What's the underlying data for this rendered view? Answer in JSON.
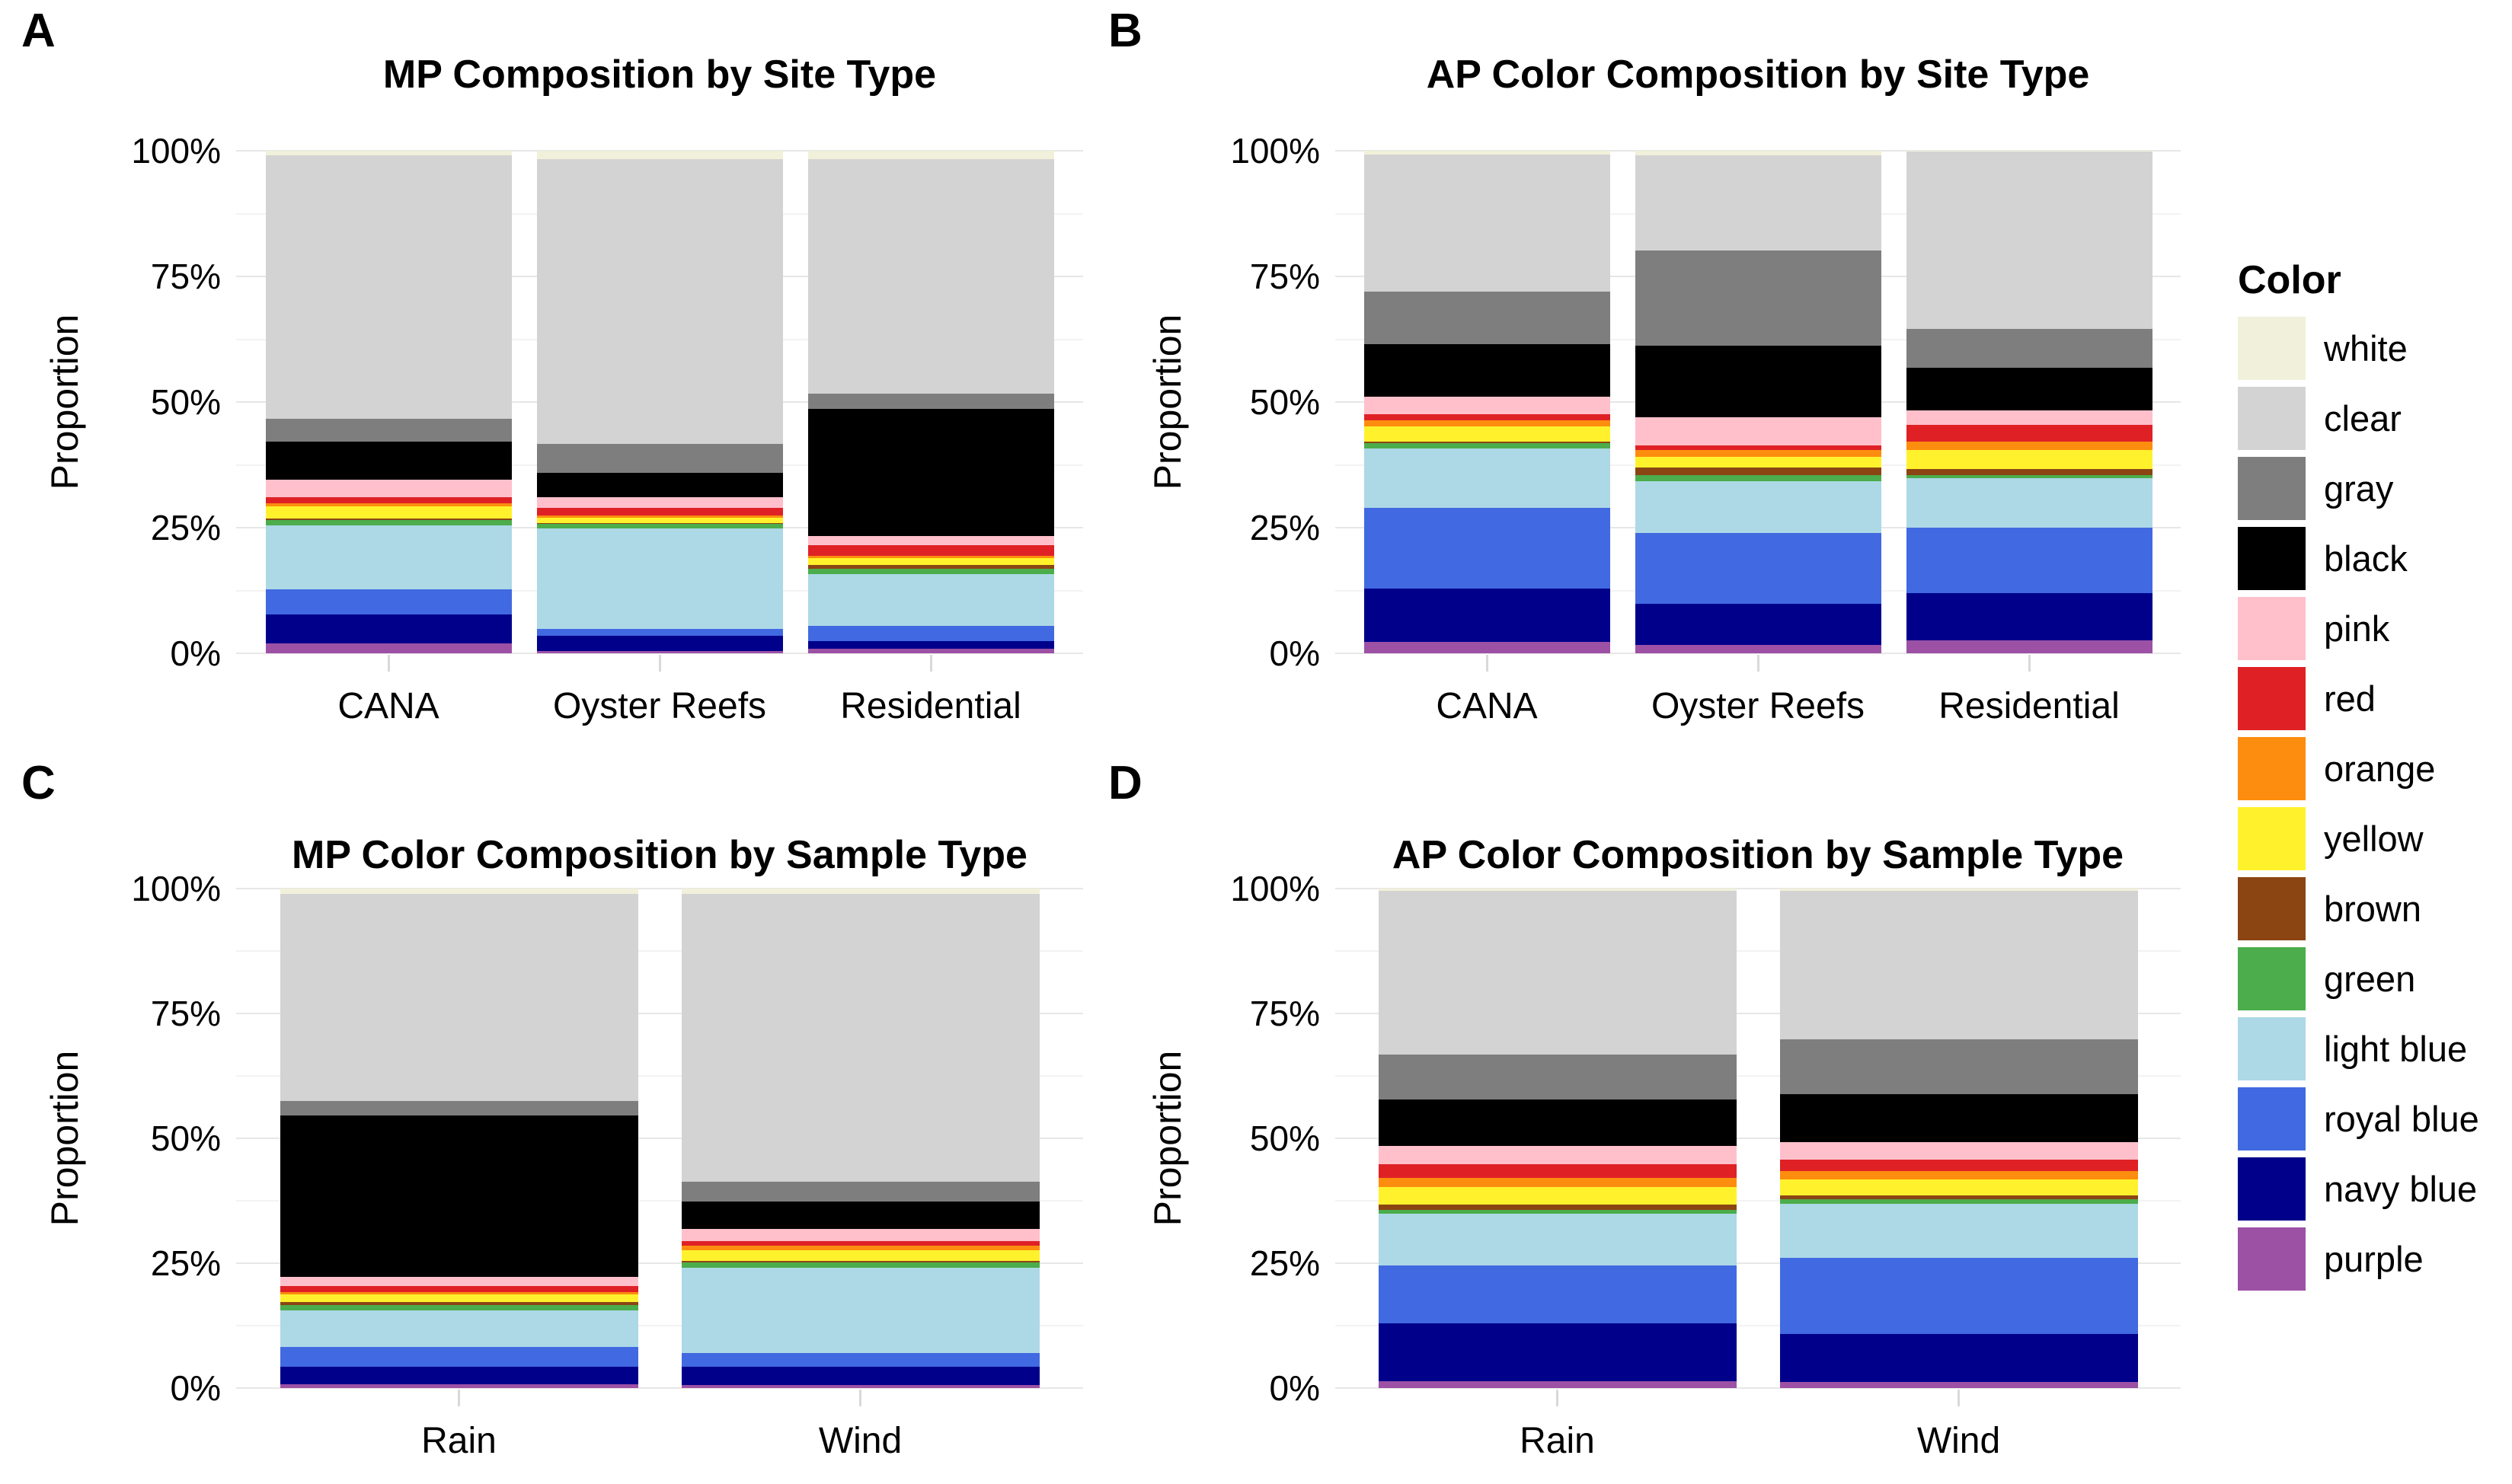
{
  "figure_title": "",
  "y_axis_label": "Proportion",
  "legend": {
    "title": "Color",
    "entries": [
      {
        "label": "white",
        "color": "#f1f1db"
      },
      {
        "label": "clear",
        "color": "#d3d3d3"
      },
      {
        "label": "gray",
        "color": "#7e7e7e"
      },
      {
        "label": "black",
        "color": "#000000"
      },
      {
        "label": "pink",
        "color": "#ffc0cb"
      },
      {
        "label": "red",
        "color": "#df2126"
      },
      {
        "label": "orange",
        "color": "#fd8d0e"
      },
      {
        "label": "yellow",
        "color": "#fff22d"
      },
      {
        "label": "brown",
        "color": "#8b4513"
      },
      {
        "label": "green",
        "color": "#4bad4b"
      },
      {
        "label": "light blue",
        "color": "#add8e6"
      },
      {
        "label": "royal blue",
        "color": "#4169e1"
      },
      {
        "label": "navy blue",
        "color": "#00008b"
      },
      {
        "label": "purple",
        "color": "#9c51a5"
      }
    ]
  },
  "chart_data": [
    {
      "panel": "A",
      "type": "bar",
      "stacked": true,
      "title": "MP Composition by Site Type",
      "xlabel": "",
      "ylabel": "Proportion",
      "ylim": [
        0,
        100
      ],
      "y_ticks": [
        "0%",
        "25%",
        "50%",
        "75%",
        "100%"
      ],
      "grid": true,
      "legend_position": "right-shared",
      "categories": [
        "CANA",
        "Oyster Reefs",
        "Residential"
      ],
      "units": "percent",
      "series": [
        {
          "name": "white",
          "values": [
            0.9,
            1.6,
            1.6
          ]
        },
        {
          "name": "clear",
          "values": [
            52.5,
            56.8,
            46.8
          ]
        },
        {
          "name": "gray",
          "values": [
            4.5,
            5.7,
            2.9
          ]
        },
        {
          "name": "black",
          "values": [
            7.5,
            4.8,
            25.3
          ]
        },
        {
          "name": "pink",
          "values": [
            3.6,
            2.2,
            1.9
          ]
        },
        {
          "name": "red",
          "values": [
            1.2,
            1.5,
            2.1
          ]
        },
        {
          "name": "orange",
          "values": [
            0.5,
            0.5,
            0.5
          ]
        },
        {
          "name": "yellow",
          "values": [
            2.5,
            1.0,
            1.4
          ]
        },
        {
          "name": "brown",
          "values": [
            0.3,
            0.2,
            0.7
          ]
        },
        {
          "name": "green",
          "values": [
            1.0,
            0.9,
            1.0
          ]
        },
        {
          "name": "light blue",
          "values": [
            12.8,
            19.9,
            10.3
          ]
        },
        {
          "name": "royal blue",
          "values": [
            5.0,
            1.5,
            3.1
          ]
        },
        {
          "name": "navy blue",
          "values": [
            5.8,
            2.9,
            1.5
          ]
        },
        {
          "name": "purple",
          "values": [
            1.9,
            0.5,
            0.9
          ]
        }
      ]
    },
    {
      "panel": "B",
      "type": "bar",
      "stacked": true,
      "title": "AP Color Composition by Site Type",
      "xlabel": "",
      "ylabel": "Proportion",
      "ylim": [
        0,
        100
      ],
      "y_ticks": [
        "0%",
        "25%",
        "50%",
        "75%",
        "100%"
      ],
      "grid": true,
      "legend_position": "right-shared",
      "categories": [
        "CANA",
        "Oyster Reefs",
        "Residential"
      ],
      "units": "percent",
      "series": [
        {
          "name": "white",
          "values": [
            0.7,
            0.9,
            0.2
          ]
        },
        {
          "name": "clear",
          "values": [
            27.4,
            18.9,
            35.3
          ]
        },
        {
          "name": "gray",
          "values": [
            10.4,
            19.0,
            7.7
          ]
        },
        {
          "name": "black",
          "values": [
            10.5,
            14.3,
            8.4
          ]
        },
        {
          "name": "pink",
          "values": [
            3.4,
            5.6,
            2.9
          ]
        },
        {
          "name": "red",
          "values": [
            1.2,
            0.8,
            3.4
          ]
        },
        {
          "name": "orange",
          "values": [
            1.2,
            1.4,
            1.7
          ]
        },
        {
          "name": "yellow",
          "values": [
            3.1,
            2.1,
            3.8
          ]
        },
        {
          "name": "brown",
          "values": [
            0.3,
            1.6,
            1.2
          ]
        },
        {
          "name": "green",
          "values": [
            1.0,
            1.2,
            0.5
          ]
        },
        {
          "name": "light blue",
          "values": [
            11.8,
            10.3,
            9.9
          ]
        },
        {
          "name": "royal blue",
          "values": [
            16.2,
            14.1,
            13.0
          ]
        },
        {
          "name": "navy blue",
          "values": [
            10.6,
            8.2,
            9.4
          ]
        },
        {
          "name": "purple",
          "values": [
            2.2,
            1.6,
            2.6
          ]
        }
      ]
    },
    {
      "panel": "C",
      "type": "bar",
      "stacked": true,
      "title": "MP Color Composition by Sample Type",
      "xlabel": "",
      "ylabel": "Proportion",
      "ylim": [
        0,
        100
      ],
      "y_ticks": [
        "0%",
        "25%",
        "50%",
        "75%",
        "100%"
      ],
      "grid": true,
      "legend_position": "right-shared",
      "categories": [
        "Rain",
        "Wind"
      ],
      "units": "percent",
      "series": [
        {
          "name": "white",
          "values": [
            1.0,
            1.0
          ]
        },
        {
          "name": "clear",
          "values": [
            41.5,
            57.7
          ]
        },
        {
          "name": "gray",
          "values": [
            3.0,
            4.0
          ]
        },
        {
          "name": "black",
          "values": [
            32.2,
            5.4
          ]
        },
        {
          "name": "pink",
          "values": [
            1.9,
            2.5
          ]
        },
        {
          "name": "red",
          "values": [
            1.2,
            0.9
          ]
        },
        {
          "name": "orange",
          "values": [
            0.4,
            0.9
          ]
        },
        {
          "name": "yellow",
          "values": [
            1.6,
            2.2
          ]
        },
        {
          "name": "brown",
          "values": [
            0.6,
            0.2
          ]
        },
        {
          "name": "green",
          "values": [
            1.0,
            1.2
          ]
        },
        {
          "name": "light blue",
          "values": [
            7.4,
            17.0
          ]
        },
        {
          "name": "royal blue",
          "values": [
            4.0,
            2.7
          ]
        },
        {
          "name": "navy blue",
          "values": [
            3.5,
            3.7
          ]
        },
        {
          "name": "purple",
          "values": [
            0.7,
            0.6
          ]
        }
      ]
    },
    {
      "panel": "D",
      "type": "bar",
      "stacked": true,
      "title": "AP Color Composition by Sample Type",
      "xlabel": "",
      "ylabel": "Proportion",
      "ylim": [
        0,
        100
      ],
      "y_ticks": [
        "0%",
        "25%",
        "50%",
        "75%",
        "100%"
      ],
      "grid": true,
      "legend_position": "right-shared",
      "categories": [
        "Rain",
        "Wind"
      ],
      "units": "percent",
      "series": [
        {
          "name": "white",
          "values": [
            0.4,
            0.4
          ]
        },
        {
          "name": "clear",
          "values": [
            32.8,
            29.8
          ]
        },
        {
          "name": "gray",
          "values": [
            9.0,
            10.9
          ]
        },
        {
          "name": "black",
          "values": [
            9.4,
            9.7
          ]
        },
        {
          "name": "pink",
          "values": [
            3.6,
            3.4
          ]
        },
        {
          "name": "red",
          "values": [
            2.7,
            2.4
          ]
        },
        {
          "name": "orange",
          "values": [
            1.9,
            1.7
          ]
        },
        {
          "name": "yellow",
          "values": [
            3.4,
            3.2
          ]
        },
        {
          "name": "brown",
          "values": [
            1.2,
            0.7
          ]
        },
        {
          "name": "green",
          "values": [
            0.7,
            0.9
          ]
        },
        {
          "name": "light blue",
          "values": [
            10.3,
            10.8
          ]
        },
        {
          "name": "royal blue",
          "values": [
            11.7,
            15.3
          ]
        },
        {
          "name": "navy blue",
          "values": [
            11.5,
            9.6
          ]
        },
        {
          "name": "purple",
          "values": [
            1.4,
            1.2
          ]
        }
      ]
    }
  ]
}
